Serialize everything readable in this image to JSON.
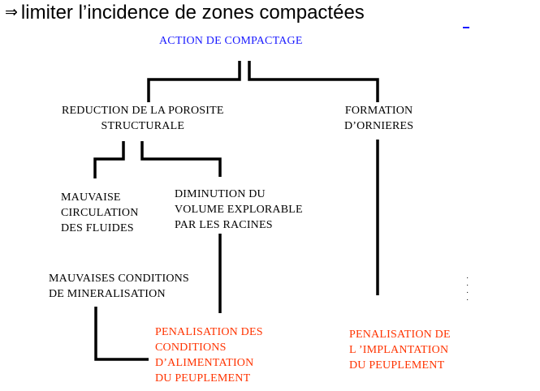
{
  "title": {
    "arrow": "⇒",
    "text": "limiter l’incidence de zones compactées"
  },
  "nodes": {
    "root": "ACTION DE COMPACTAGE",
    "reduction": "REDUCTION DE LA POROSITE\nSTRUCTURALE",
    "formation": "FORMATION\nD’ORNIERES",
    "mauvaise_circulation": "MAUVAISE\nCIRCULATION\nDES FLUIDES",
    "diminution": "DIMINUTION DU\nVOLUME EXPLORABLE\nPAR LES RACINES",
    "mauvaises_conditions": "MAUVAISES CONDITIONS\nDE MINERALISATION",
    "penalisation_conditions": "PENALISATION DES\nCONDITIONS\nD’ALIMENTATION\nDU PEUPLEMENT",
    "penalisation_implantation": "PENALISATION DE\nL ’IMPLANTATION\nDU PEUPLEMENT"
  },
  "colors": {
    "root": "#1a1aff",
    "outcome": "#ff3300",
    "lines": "#000000"
  }
}
